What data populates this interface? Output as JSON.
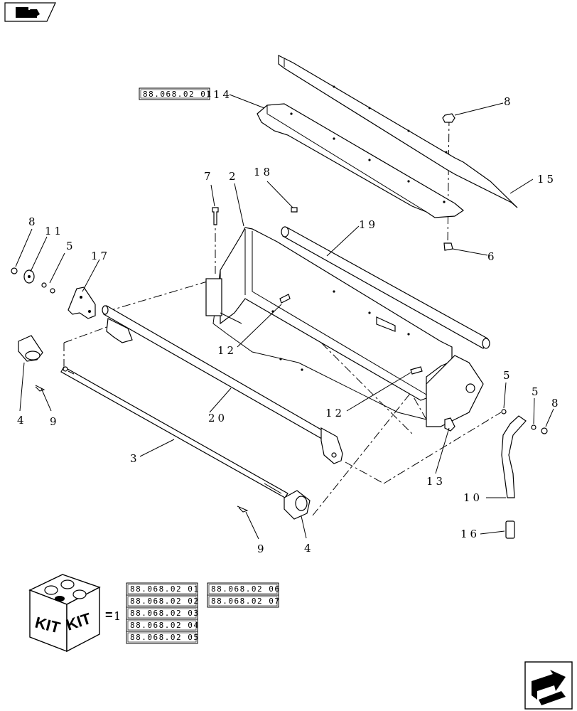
{
  "labels": {
    "l1": "2",
    "l2": "3",
    "l3": "4",
    "l4": "4",
    "l5": "5",
    "l6": "5",
    "l7": "5",
    "l8": "6",
    "l9": "7",
    "l10": "8",
    "l11": "8",
    "l12": "8",
    "l13": "9",
    "l14": "9",
    "l15": "10",
    "l16": "11",
    "l17": "12",
    "l18": "12",
    "l19": "13",
    "l20": "14",
    "l21": "15",
    "l22": "16",
    "l23": "17",
    "l24": "18",
    "l25": "19",
    "l26": "20"
  },
  "refs": {
    "top": "88.068.02 01",
    "kit": [
      "88.068.02 01",
      "88.068.02 02",
      "88.068.02 03",
      "88.068.02 04",
      "88.068.02 05",
      "88.068.02 06",
      "88.068.02 07"
    ]
  },
  "kit": {
    "word1": "KIT",
    "word2": "KIT",
    "equals": "=",
    "qty": "1"
  },
  "icons": {
    "back": "back-arrow-icon",
    "next": "next-arrow-icon",
    "kit": "kit-box-icon"
  }
}
